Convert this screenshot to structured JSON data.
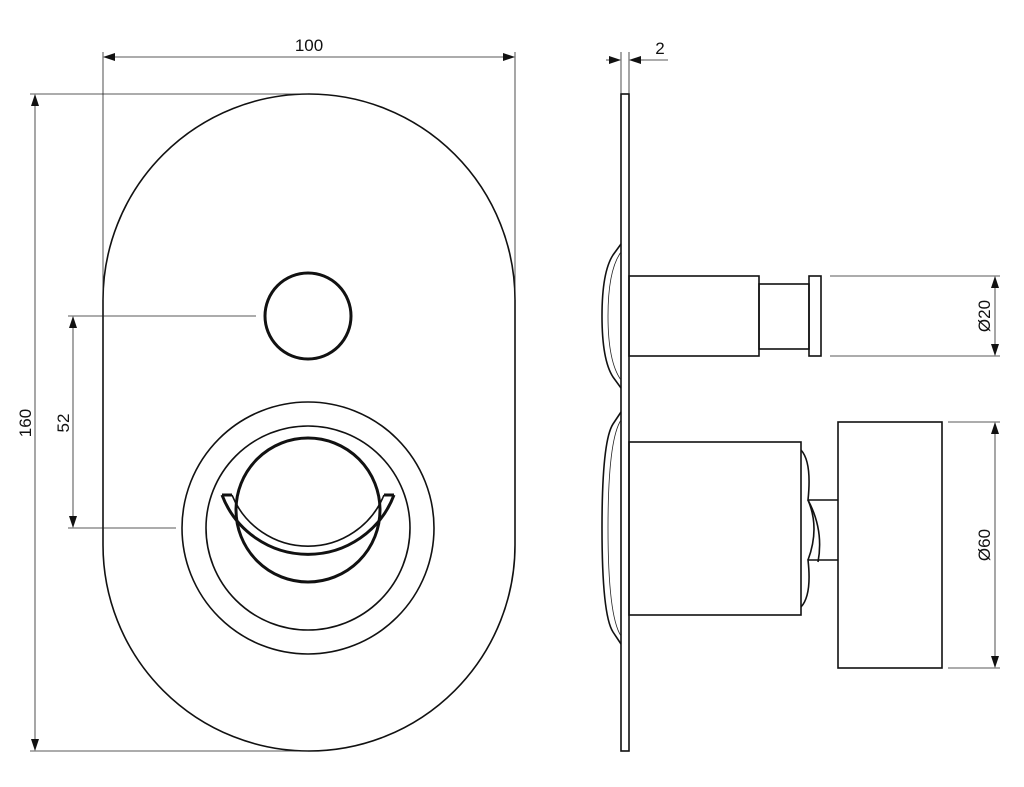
{
  "dimensions": {
    "front_width": "100",
    "front_height": "160",
    "center_distance": "52",
    "plate_thickness": "2",
    "top_diameter": "Ø20",
    "bottom_diameter": "Ø60"
  }
}
